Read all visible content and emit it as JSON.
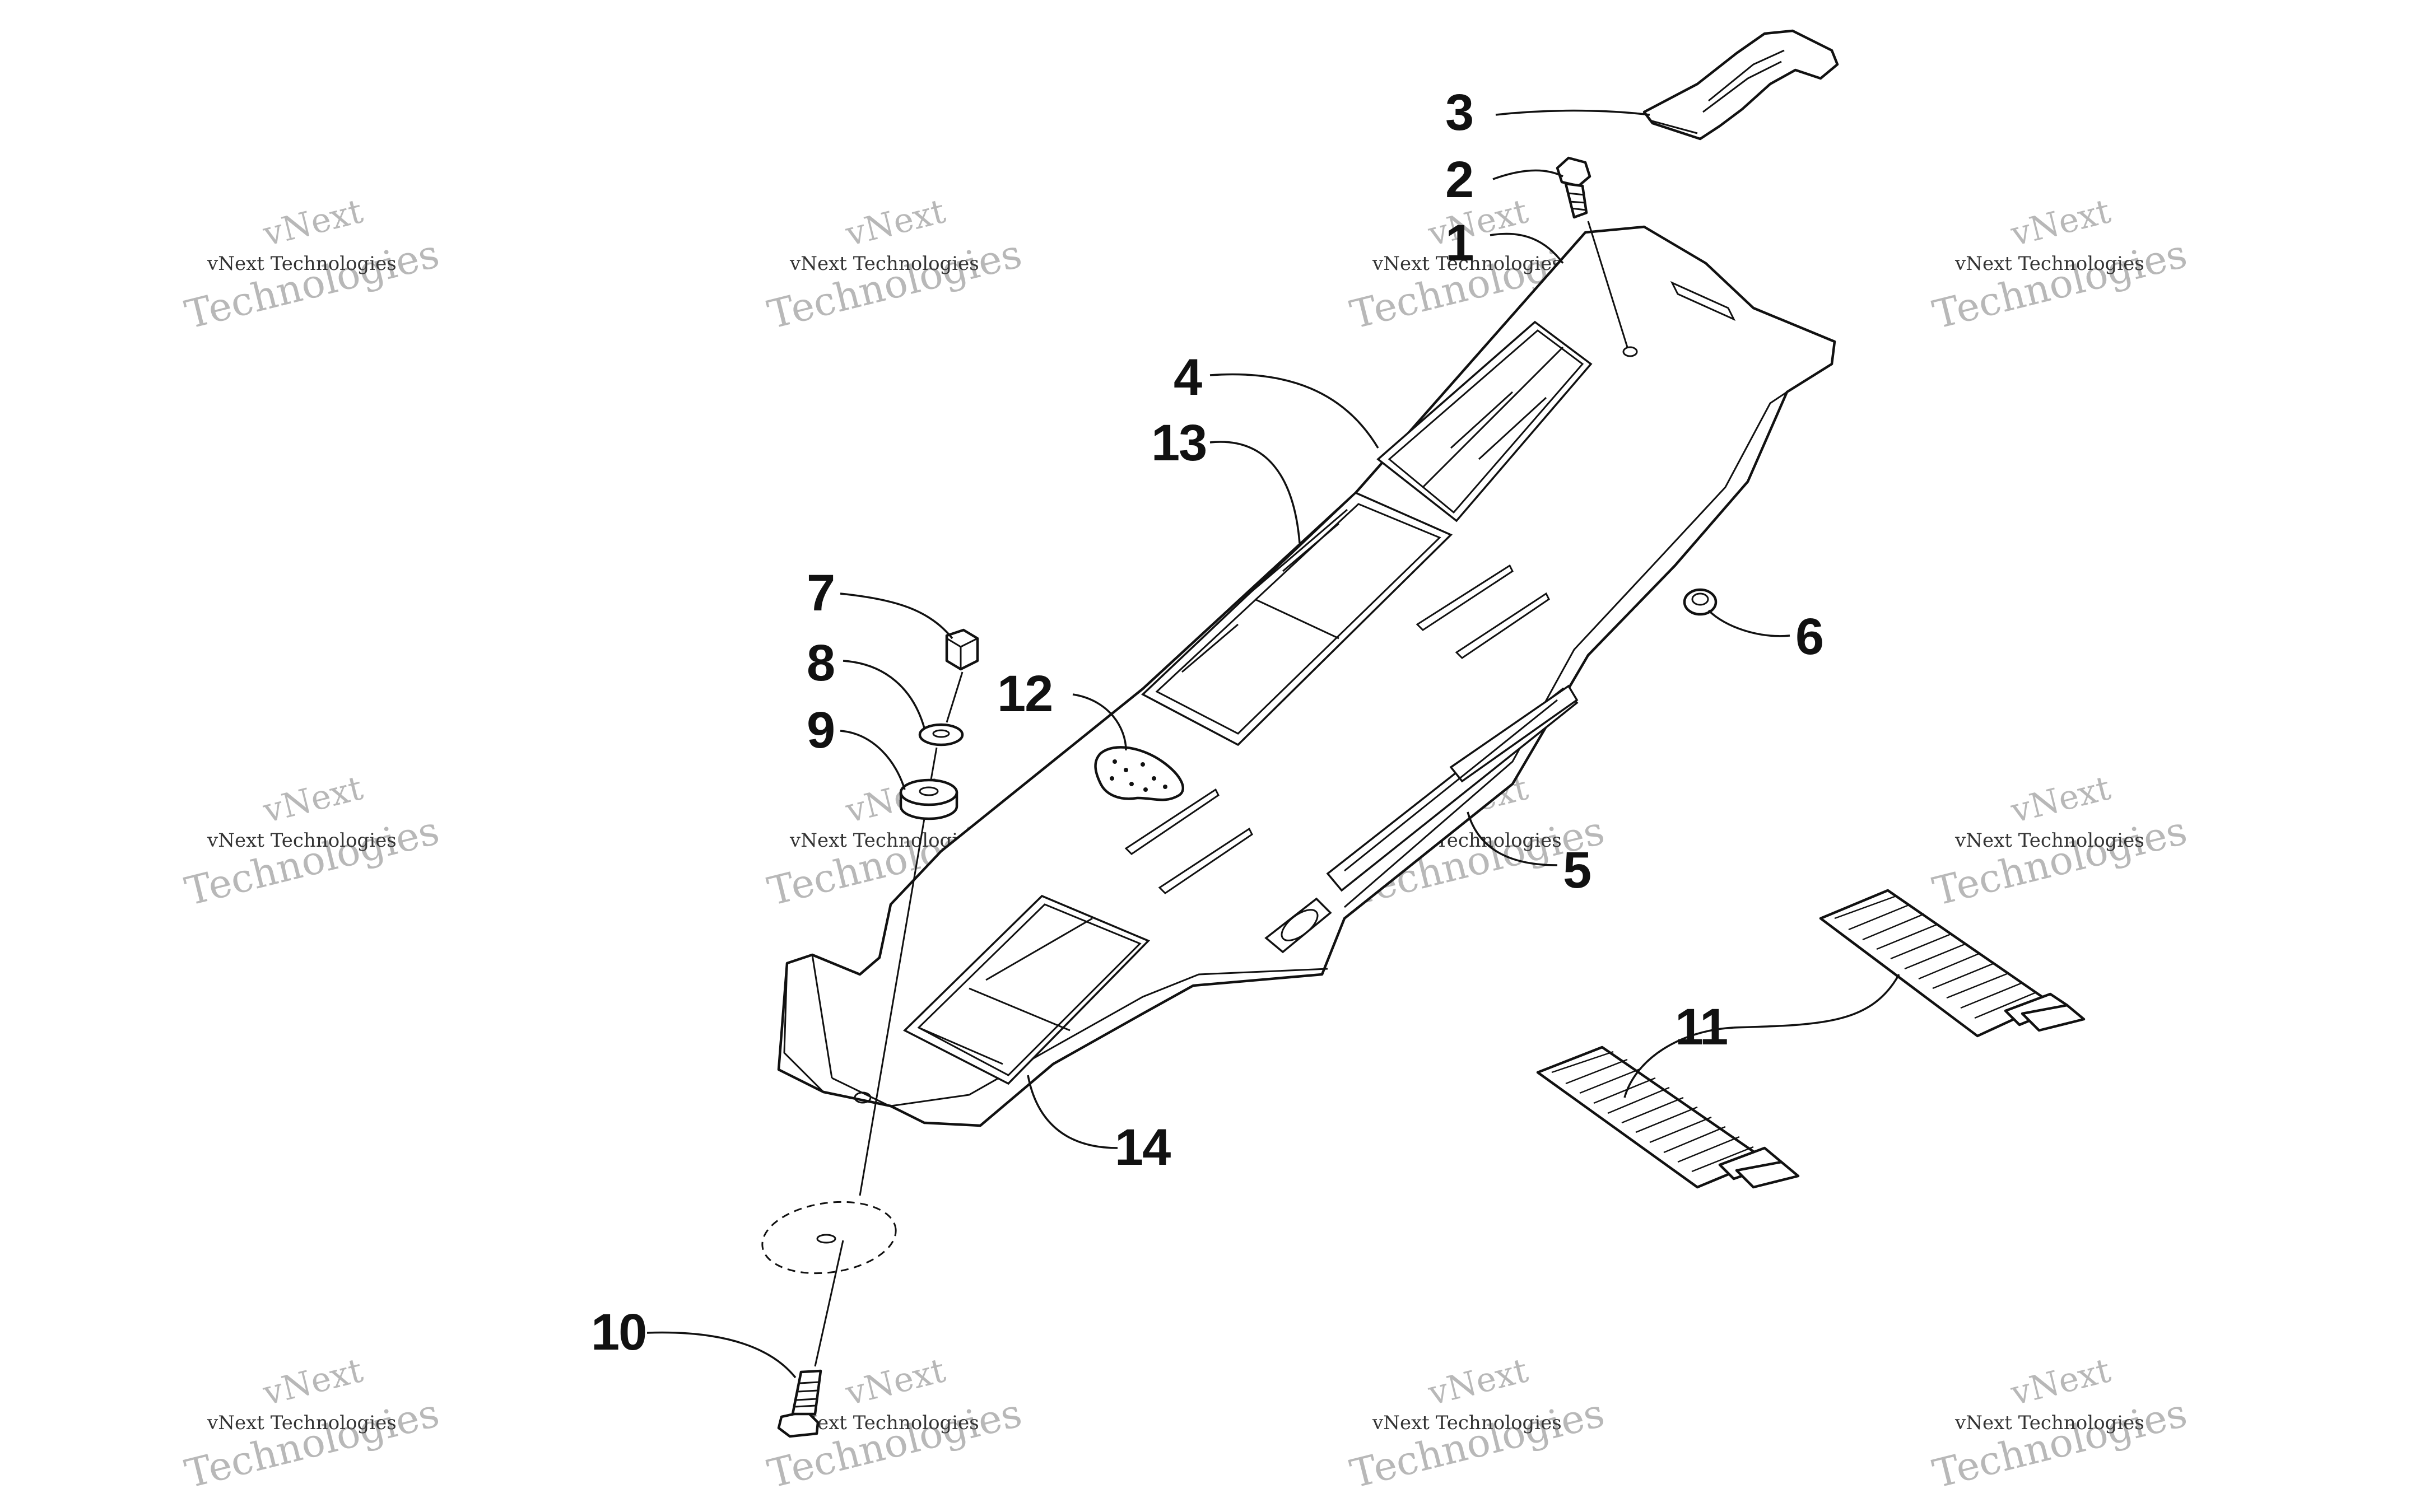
{
  "callouts": {
    "c1": "1",
    "c2": "2",
    "c3": "3",
    "c4": "4",
    "c5": "5",
    "c6": "6",
    "c7": "7",
    "c8": "8",
    "c9": "9",
    "c10": "10",
    "c11": "11",
    "c12": "12",
    "c13": "13",
    "c14": "14"
  },
  "watermark": {
    "small": "vNext Technologies",
    "big_line1": "vNext",
    "big_line2": "Technologies"
  },
  "colors": {
    "line": "#111111",
    "watermark": "#b8b8b8",
    "background": "#ffffff"
  }
}
